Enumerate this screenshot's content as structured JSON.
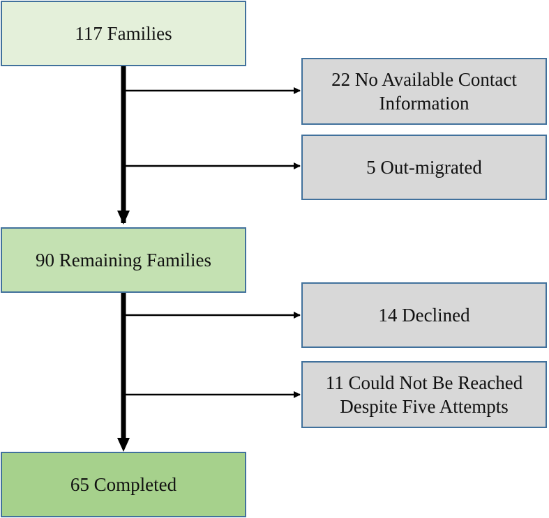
{
  "diagram": {
    "main_boxes": [
      {
        "label": "117 Families",
        "color": "#e4f0da"
      },
      {
        "label": "90 Remaining Families",
        "color": "#c4e1b2"
      },
      {
        "label": "65 Completed",
        "color": "#a6d18c"
      }
    ],
    "exclusion_boxes": [
      {
        "line1": "22 No Available Contact",
        "line2": "Information"
      },
      {
        "line1": "5 Out-migrated",
        "line2": ""
      },
      {
        "line1": "14 Declined",
        "line2": ""
      },
      {
        "line1": "11 Could Not Be Reached",
        "line2": "Despite Five Attempts"
      }
    ],
    "colors": {
      "border": "#41719c",
      "exclusion_fill": "#d8d8d8",
      "arrow": "#000000"
    }
  }
}
